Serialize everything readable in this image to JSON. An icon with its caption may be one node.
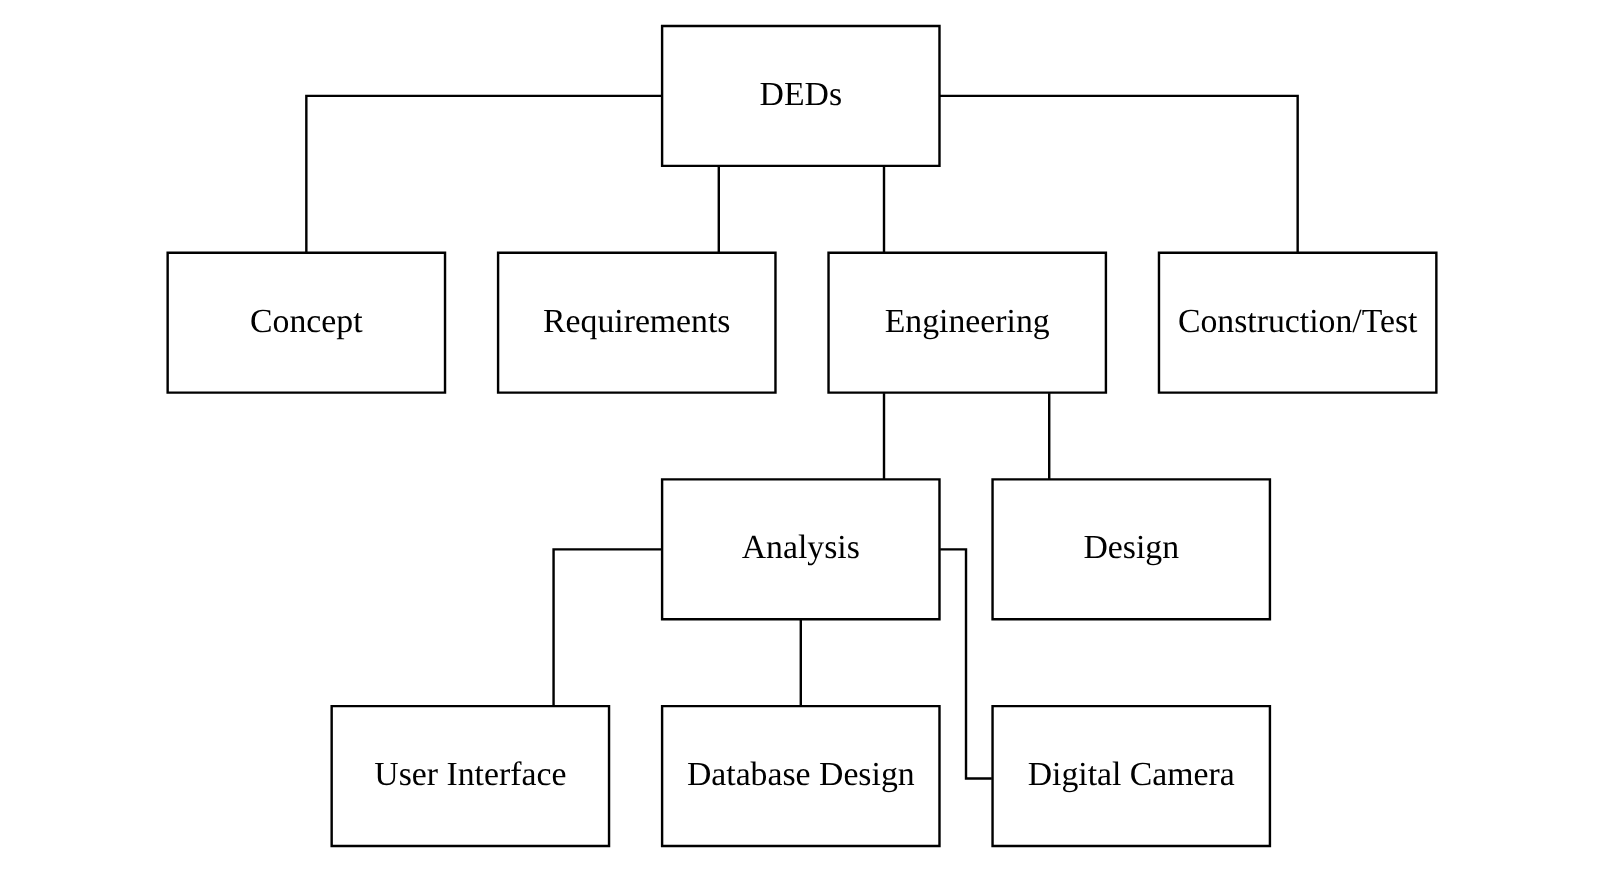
{
  "diagram": {
    "nodes": [
      {
        "text": [
          "DEDs"
        ]
      },
      {
        "text": [
          "Concept"
        ]
      },
      {
        "text": [
          "Requirements"
        ]
      },
      {
        "text": [
          "Engineering"
        ]
      },
      {
        "text": [
          "Construction/Test"
        ]
      },
      {
        "text": [
          "Analysis"
        ]
      },
      {
        "text": [
          "Design"
        ]
      },
      {
        "text": [
          "User Interface"
        ]
      },
      {
        "text": [
          "Database Design"
        ]
      },
      {
        "text": [
          "Digital Camera"
        ]
      }
    ],
    "edges": [
      {
        "from": 0,
        "to": 1,
        "arrow": "none"
      },
      {
        "from": 0,
        "to": 2,
        "arrow": "none"
      },
      {
        "from": 0,
        "to": 3,
        "arrow": "none"
      },
      {
        "from": 0,
        "to": 4,
        "arrow": "none"
      },
      {
        "from": 3,
        "to": 5,
        "arrow": "none"
      },
      {
        "from": 3,
        "to": 6,
        "arrow": "none"
      },
      {
        "from": 5,
        "to": 7,
        "arrow": "none"
      },
      {
        "from": 5,
        "to": 8,
        "arrow": "none"
      },
      {
        "from": 5,
        "to": 9,
        "arrow": "none"
      }
    ]
  }
}
